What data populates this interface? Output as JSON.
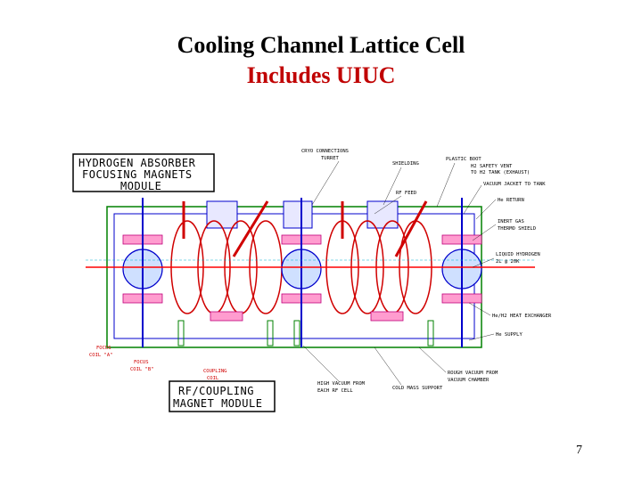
{
  "slide": {
    "title": "Cooling Channel Lattice Cell",
    "subtitle": "Includes UIUC",
    "page_number": "7"
  },
  "diagram": {
    "module_boxes": {
      "hydrogen_absorber_line1": "HYDROGEN ABSORBER",
      "hydrogen_absorber_line2": "FOCUSING MAGNETS",
      "hydrogen_absorber_line3": "MODULE",
      "rf_coupling_line1": "RF/COUPLING",
      "rf_coupling_line2": "MAGNET MODULE"
    },
    "top_labels": {
      "cryo_line1": "CRYO CONNECTIONS",
      "cryo_line2": "TURRET",
      "shielding": "SHIELDING",
      "plastic_boot": "PLASTIC BOOT",
      "rf_feed": "RF FEED"
    },
    "right_labels": {
      "h2_vent_line1": "H2 SAFETY VENT",
      "h2_vent_line2": "TO H2 TANK (EXHAUST)",
      "vacuum_jacket": "VACUUM JACKET TO TANK",
      "he_return": "He RETURN",
      "inert_gas_line1": "INERT GAS",
      "inert_gas_line2": "THERMO SHIELD",
      "liquid_h_line1": "LIQUID HYDROGEN",
      "liquid_h_line2": "2L @ 20K",
      "heat_exchanger": "He/H2 HEAT EXCHANGER",
      "he_supply": "He SUPPLY"
    },
    "bottom_labels": {
      "rough_vacuum_line1": "ROUGH VACUUM FROM",
      "rough_vacuum_line2": "VACUUM CHAMBER",
      "cold_mass": "COLD MASS SUPPORT",
      "high_vacuum_line1": "HIGH VACUUM FROM",
      "high_vacuum_line2": "EACH RF CELL"
    },
    "coil_labels": {
      "focus_coil_1a": "FOCUS",
      "focus_coil_1b": "COIL \"A\"",
      "focus_coil_2a": "FOCUS",
      "focus_coil_2b": "COIL \"B\"",
      "coupling_coil_a": "COUPLING",
      "coupling_coil_b": "COIL"
    },
    "colors": {
      "title": "#000000",
      "subtitle": "#c00000",
      "beamline": "#ff0000",
      "coil": "#ff4da6",
      "structure": "#008000",
      "vessel": "#0000cc"
    }
  }
}
